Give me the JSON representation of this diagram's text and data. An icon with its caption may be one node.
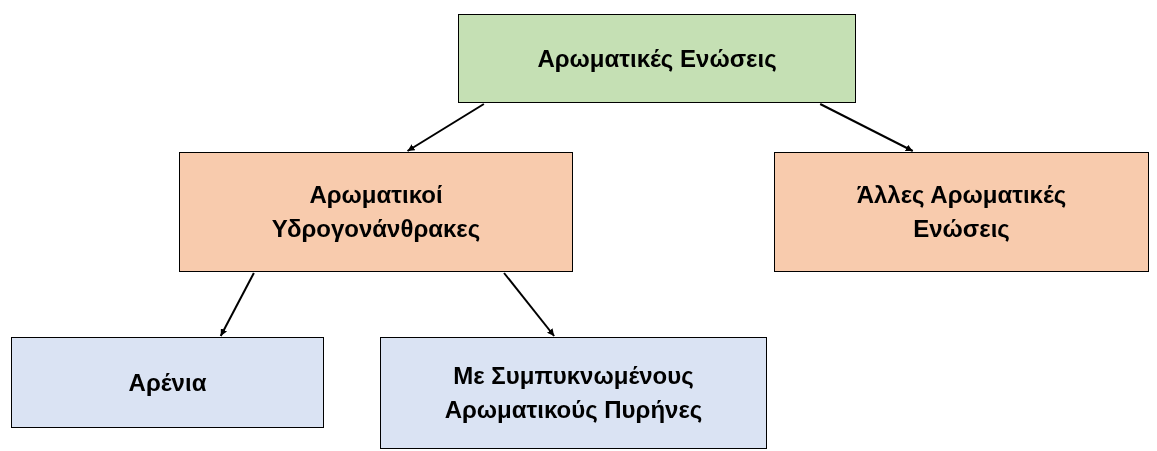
{
  "diagram": {
    "nodes": [
      {
        "text": [
          "Αρωματικές Ενώσεις"
        ]
      },
      {
        "text": [
          "Αρωματικοί Υδρογονάνθρακες"
        ]
      },
      {
        "text": [
          "Άλλες Αρωματικές Ενώσεις"
        ]
      },
      {
        "text": [
          "Αρένια"
        ]
      },
      {
        "text": [
          "Με Συμπυκνωμένους Αρωματικούς Πυρήνες"
        ]
      }
    ],
    "edges": [
      {
        "from": 0,
        "to": 1,
        "arrow": "to"
      },
      {
        "from": 0,
        "to": 2,
        "arrow": "to"
      },
      {
        "from": 1,
        "to": 3,
        "arrow": "to"
      },
      {
        "from": 1,
        "to": 4,
        "arrow": "to"
      }
    ]
  }
}
